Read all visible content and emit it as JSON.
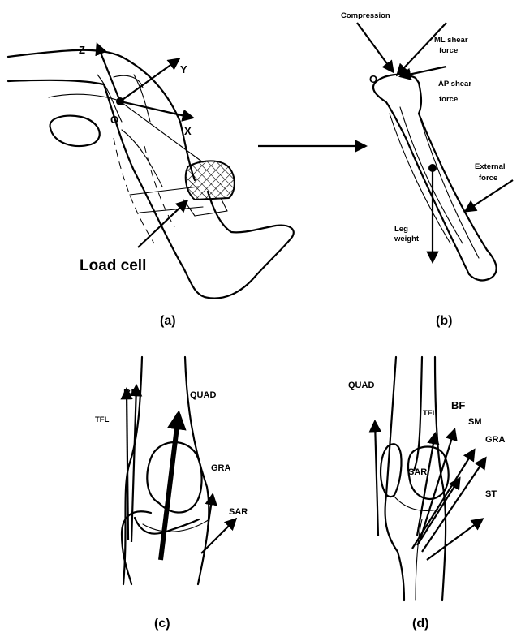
{
  "panel_a": {
    "origin": "O",
    "axis_x": "X",
    "axis_y": "Y",
    "axis_z": "Z",
    "load_cell": "Load cell",
    "caption": "(a)"
  },
  "panel_b": {
    "origin": "O",
    "compression": "Compression",
    "ml_shear_1": "ML shear",
    "ml_shear_2": "force",
    "ap_shear_1": "AP shear",
    "ap_shear_2": "force",
    "external_1": "External",
    "external_2": "force",
    "leg_weight_1": "Leg",
    "leg_weight_2": "weight",
    "caption": "(b)"
  },
  "panel_c": {
    "tfl": "TFL",
    "bf": "BF",
    "quad": "QUAD",
    "gra": "GRA",
    "sar": "SAR",
    "caption": "(c)"
  },
  "panel_d": {
    "quad": "QUAD",
    "tfl": "TFL",
    "bf": "BF",
    "sm": "SM",
    "gra": "GRA",
    "sar": "SAR",
    "st": "ST",
    "caption": "(d)"
  }
}
